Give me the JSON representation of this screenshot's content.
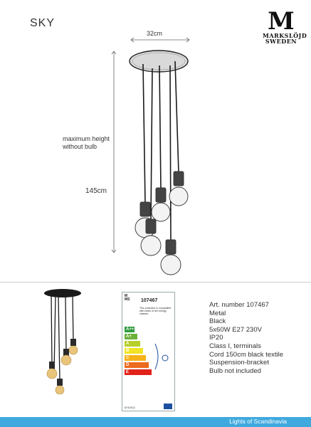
{
  "page": {
    "title": "SKY",
    "logo": {
      "letter": "M",
      "line1": "MARKSLÖJD",
      "line2": "SWEDEN"
    }
  },
  "dimensions": {
    "width_label": "32cm",
    "max_height_line1": "maximum height",
    "max_height_line2": "without bulb",
    "height_label": "145cm"
  },
  "energy_label": {
    "art_number": "107467",
    "text": "This luminaire is compatible with bulbs of the energy classes:",
    "regulation": "874/2012",
    "classes": [
      "A++",
      "A+",
      "A",
      "B",
      "C",
      "D",
      "E"
    ],
    "colors": [
      "#2e9d3c",
      "#6bb13a",
      "#b7cf2b",
      "#f2e424",
      "#f6b21a",
      "#ec6b1e",
      "#e2231a"
    ]
  },
  "specs": [
    "Art. number 107467",
    "Metal",
    "Black",
    "5x60W E27 230V",
    "IP20",
    "Class I, terminals",
    "Cord 150cm black textile",
    "Suspension-bracket",
    "Bulb not included"
  ],
  "footer": {
    "text": "Lights of Scandinavia",
    "color": "#3fa9de"
  }
}
